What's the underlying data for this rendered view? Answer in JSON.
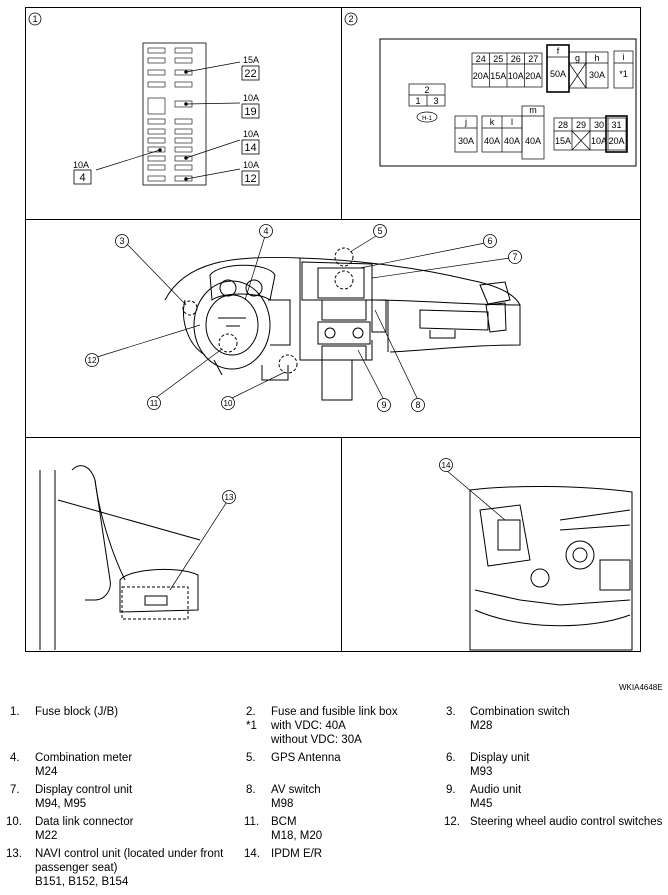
{
  "panels": [
    {
      "number": "1"
    },
    {
      "number": "2"
    }
  ],
  "fuse_block": {
    "callouts": [
      {
        "amp": "15A",
        "fuse": "22"
      },
      {
        "amp": "10A",
        "fuse": "19"
      },
      {
        "amp": "10A",
        "fuse": "14"
      },
      {
        "amp": "10A",
        "fuse": "12"
      },
      {
        "amp": "10A",
        "fuse": "4"
      }
    ]
  },
  "link_box": {
    "top_numbers": [
      "24",
      "25",
      "26",
      "27"
    ],
    "top_amps": [
      "20A",
      "15A",
      "10A",
      "20A"
    ],
    "f": {
      "letter": "f",
      "amp": "50A"
    },
    "g": {
      "letter": "g"
    },
    "h": {
      "letter": "h",
      "amp": "30A"
    },
    "i": {
      "letter": "i",
      "note": "*1"
    },
    "relay": {
      "top": "2",
      "left": "1",
      "right": "3",
      "tag": "H-1"
    },
    "j": {
      "letter": "j",
      "amp": "30A"
    },
    "k": {
      "letter": "k",
      "amp": "40A"
    },
    "l": {
      "letter": "l",
      "amp": "40A"
    },
    "m": {
      "letter": "m",
      "amp": "40A"
    },
    "bottom_numbers": [
      "28",
      "29",
      "30",
      "31"
    ],
    "bottom_amps": [
      "15A",
      "",
      "10A",
      "20A"
    ]
  },
  "callouts": [
    "3",
    "4",
    "5",
    "6",
    "7",
    "8",
    "9",
    "10",
    "11",
    "12",
    "13",
    "14"
  ],
  "figure_code": "WKIA4648E",
  "legend": [
    {
      "num": "1.",
      "lines": [
        "Fuse block (J/B)"
      ]
    },
    {
      "num": "2.",
      "lines": [
        "Fuse and fusible link box"
      ]
    },
    {
      "num": "*1",
      "lines": [
        "with VDC: 40A",
        "without VDC: 30A"
      ]
    },
    {
      "num": "3.",
      "lines": [
        "Combination switch",
        "M28"
      ]
    },
    {
      "num": "4.",
      "lines": [
        "Combination meter",
        "M24"
      ]
    },
    {
      "num": "5.",
      "lines": [
        "GPS Antenna"
      ]
    },
    {
      "num": "6.",
      "lines": [
        "Display unit",
        "M93"
      ]
    },
    {
      "num": "7.",
      "lines": [
        "Display control unit",
        "M94, M95"
      ]
    },
    {
      "num": "8.",
      "lines": [
        "AV switch",
        "M98"
      ]
    },
    {
      "num": "9.",
      "lines": [
        "Audio unit",
        "M45"
      ]
    },
    {
      "num": "10.",
      "lines": [
        "Data link connector",
        "M22"
      ]
    },
    {
      "num": "11.",
      "lines": [
        "BCM",
        "M18, M20"
      ]
    },
    {
      "num": "12.",
      "lines": [
        "Steering wheel audio control switches"
      ]
    },
    {
      "num": "13.",
      "lines": [
        "NAVI control unit (located under front",
        "passenger seat)",
        "B151, B152, B154"
      ]
    },
    {
      "num": "14.",
      "lines": [
        "IPDM E/R"
      ]
    }
  ]
}
